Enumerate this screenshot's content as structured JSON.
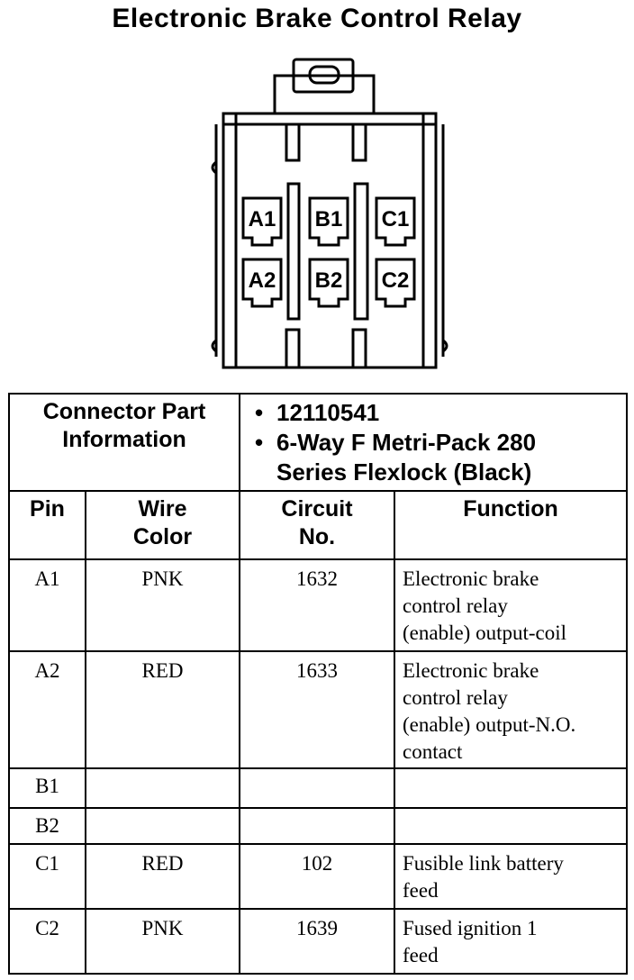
{
  "title": "Electronic Brake Control Relay",
  "connector": {
    "cavities": [
      "A1",
      "B1",
      "C1",
      "A2",
      "B2",
      "C2"
    ]
  },
  "part_info": {
    "label_line1": "Connector Part",
    "label_line2": "Information",
    "items": [
      "12110541",
      "6-Way F Metri-Pack 280",
      "Series Flexlock (Black)"
    ]
  },
  "columns": {
    "pin": "Pin",
    "wire_color_line1": "Wire",
    "wire_color_line2": "Color",
    "circuit_line1": "Circuit",
    "circuit_line2": "No.",
    "function": "Function"
  },
  "rows": [
    {
      "pin": "A1",
      "wire": "PNK",
      "circuit": "1632",
      "function": [
        "Electronic brake",
        "control relay",
        "(enable) output-coil"
      ]
    },
    {
      "pin": "A2",
      "wire": "RED",
      "circuit": "1633",
      "function": [
        "Electronic brake",
        "control relay",
        "(enable) output-N.O.",
        "contact"
      ]
    },
    {
      "pin": "B1",
      "wire": "",
      "circuit": "",
      "function": []
    },
    {
      "pin": "B2",
      "wire": "",
      "circuit": "",
      "function": []
    },
    {
      "pin": "C1",
      "wire": "RED",
      "circuit": "102",
      "function": [
        "Fusible link battery",
        "feed"
      ]
    },
    {
      "pin": "C2",
      "wire": "PNK",
      "circuit": "1639",
      "function": [
        "Fused ignition 1",
        "feed"
      ]
    }
  ]
}
